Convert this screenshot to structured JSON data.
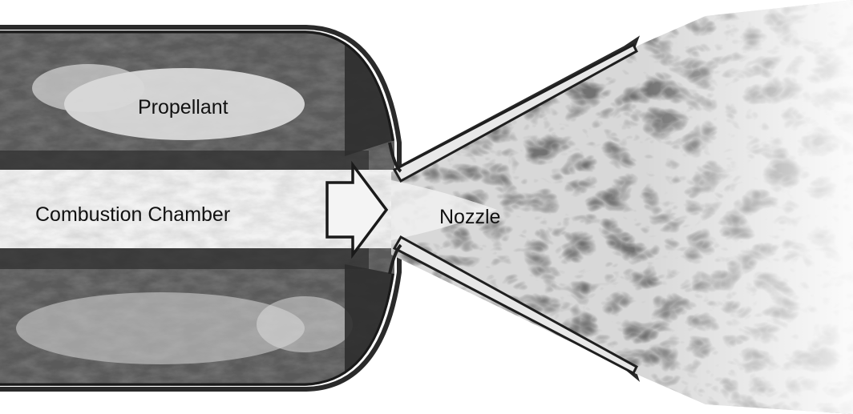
{
  "labels": {
    "propellant": "Propellant",
    "combustion_chamber": "Combustion Chamber",
    "nozzle": "Nozzle"
  }
}
